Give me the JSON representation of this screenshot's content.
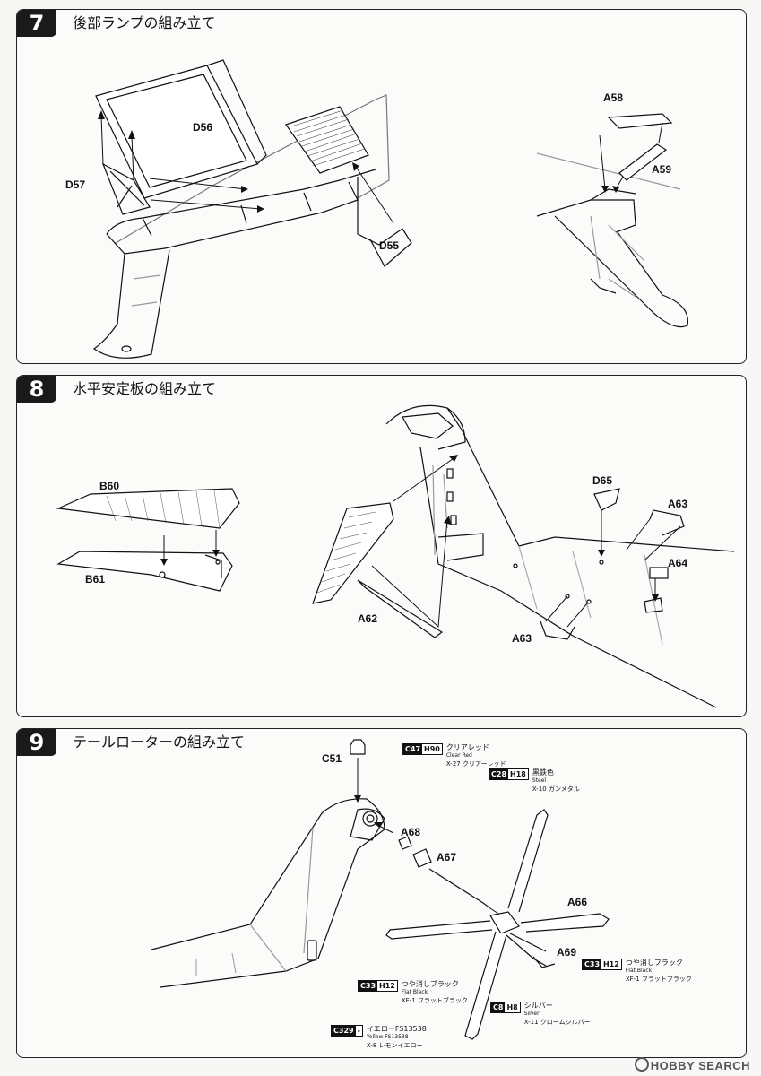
{
  "steps": {
    "s7": {
      "number": "7",
      "title": "後部ランプの組み立て"
    },
    "s8": {
      "number": "8",
      "title": "水平安定板の組み立て"
    },
    "s9": {
      "number": "9",
      "title": "テールローターの組み立て"
    }
  },
  "parts": {
    "D56": "D56",
    "D57": "D57",
    "D55": "D55",
    "A58": "A58",
    "A59": "A59",
    "B60": "B60",
    "B61": "B61",
    "A62": "A62",
    "D65": "D65",
    "A63": "A63",
    "A64": "A64",
    "A63b": "A63",
    "C51": "C51",
    "A68": "A68",
    "A67": "A67",
    "A66": "A66",
    "A69": "A69"
  },
  "paints": [
    {
      "code": "C47",
      "h": "H90",
      "name": "クリアレッド",
      "name_en": "Clear Red",
      "mr": "X-27 クリアーレッド"
    },
    {
      "code": "C28",
      "h": "H18",
      "name": "黒鉄色",
      "name_en": "Steel",
      "mr": "X-10 ガンメタル"
    },
    {
      "code": "C33",
      "h": "H12",
      "name": "つや消しブラック",
      "name_en": "Flat Black",
      "mr": "XF-1 フラットブラック"
    },
    {
      "code": "C33",
      "h": "H12",
      "name": "つや消しブラック",
      "name_en": "Flat Black",
      "mr": "XF-1 フラットブラック"
    },
    {
      "code": "C8",
      "h": "H8",
      "name": "シルバー",
      "name_en": "Silver",
      "mr": "X-11 クロームシルバー"
    },
    {
      "code": "C329",
      "h": "-",
      "name": "イエローFS13538",
      "name_en": "Yellow FS13538",
      "mr": "X-8 レモンイエロー"
    }
  ],
  "watermark": "HOBBY SEARCH",
  "colors": {
    "ink": "#111111",
    "paper": "#fbfbfa",
    "badge": "#1a1a1a"
  }
}
